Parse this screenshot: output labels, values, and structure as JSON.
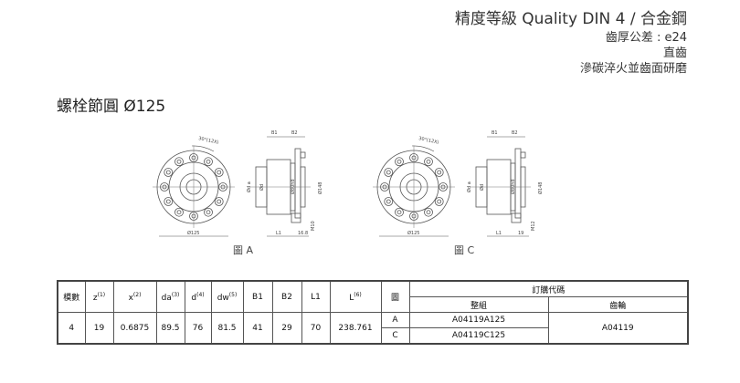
{
  "header": {
    "line1": "精度等級 Quality DIN 4  / 合金鋼",
    "line2": "齒厚公差 : e24",
    "line3": "直齒",
    "line4": "滲碳淬火並齒面研磨"
  },
  "subtitle": "螺栓節圓  Ø125",
  "figures": [
    {
      "caption": "圖 A",
      "angle": "30°(12X)",
      "b1": "B1",
      "b2": "B2",
      "da": "Ød a",
      "d": "Ød",
      "dw": "Ø80h8",
      "d148": "Ø148",
      "d125": "Ø125",
      "l1": "L1",
      "dim": "16.8",
      "m": "M10"
    },
    {
      "caption": "圖 C",
      "angle": "30°(12X)",
      "b1": "B1",
      "b2": "B2",
      "da": "Ød a",
      "d": "Ød",
      "dw": "Ø80h8",
      "d148": "Ø148",
      "d125": "Ø125",
      "l1": "L1",
      "dim": "19",
      "m": "M12"
    }
  ],
  "table": {
    "headers": {
      "module": "模數",
      "z": "z",
      "z_sup": "(1)",
      "x": "x",
      "x_sup": "(2)",
      "da": "da",
      "da_sup": "(3)",
      "d": "d",
      "d_sup": "(4)",
      "dw": "dw",
      "dw_sup": "(5)",
      "b1": "B1",
      "b2": "B2",
      "l1": "L1",
      "l": "L",
      "l_sup": "(6)",
      "fig": "圖",
      "order": "訂購代碼",
      "assembly": "整組",
      "gear": "齒輪"
    },
    "row": {
      "module": "4",
      "z": "19",
      "x": "0.6875",
      "da": "89.5",
      "d": "76",
      "dw": "81.5",
      "b1": "41",
      "b2": "29",
      "l1": "70",
      "l": "238.761",
      "gear": "A04119"
    },
    "variants": [
      {
        "fig": "A",
        "code": "A04119A125"
      },
      {
        "fig": "C",
        "code": "A04119C125"
      }
    ]
  }
}
